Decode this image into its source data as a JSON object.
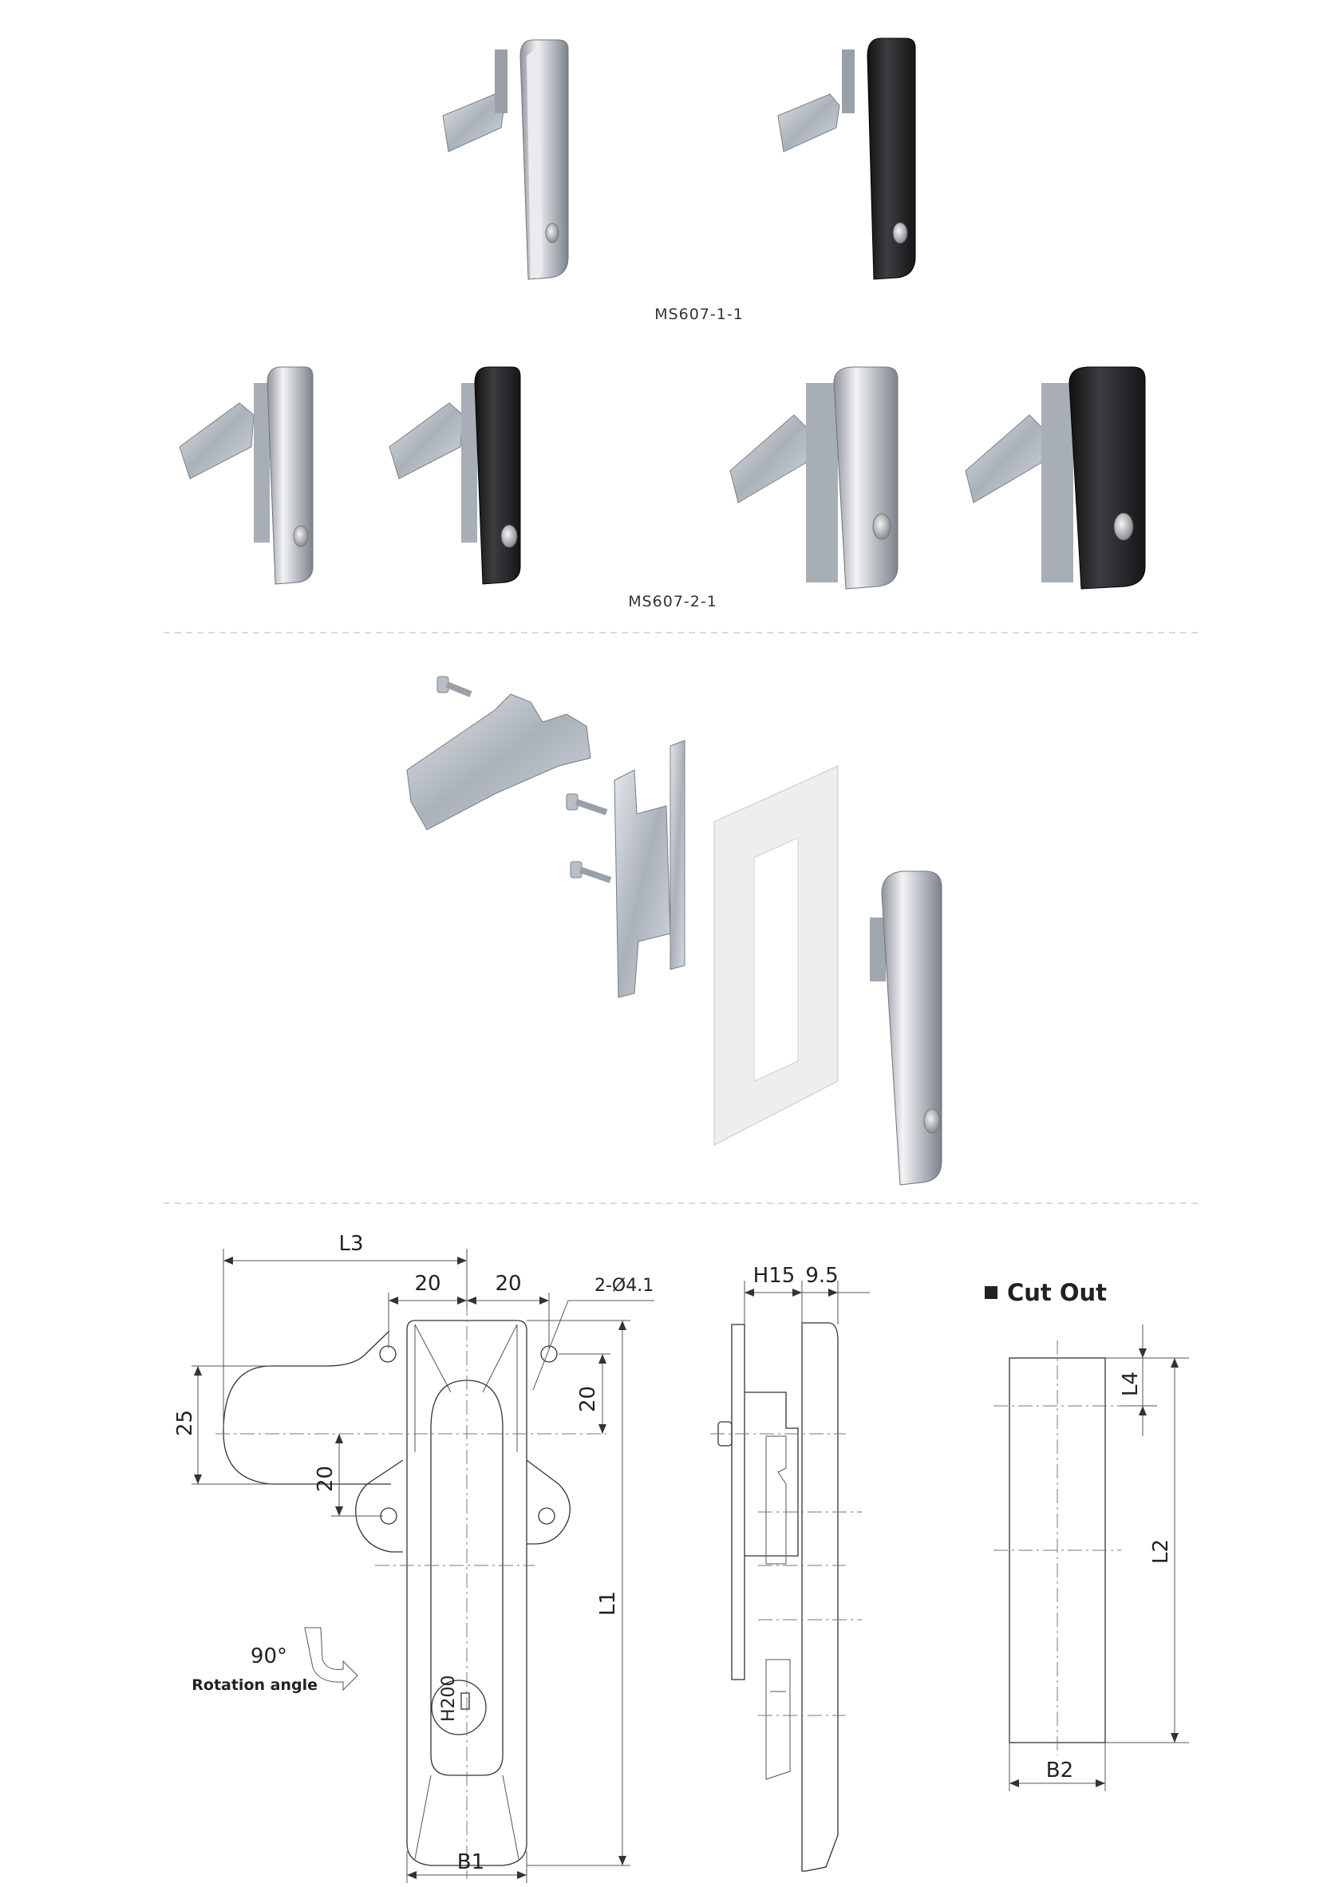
{
  "products": {
    "model_1": "MS607-1-1",
    "model_2": "MS607-2-1"
  },
  "drawing": {
    "front": {
      "L3": "L3",
      "d20a": "20",
      "d20b": "20",
      "holes": "2-Ø4.1",
      "d20c": "20",
      "d25": "25",
      "d20d": "20",
      "L1": "L1",
      "B1": "B1",
      "key_code": "H200"
    },
    "side": {
      "H": "H15",
      "d95": "9.5"
    },
    "cutout": {
      "title": "Cut Out",
      "L4": "L4",
      "L2": "L2",
      "B2": "B2"
    },
    "rotation": {
      "angle": "90°",
      "label": "Rotation angle"
    }
  },
  "colors": {
    "chrome": "#c9ccd1",
    "black": "#2a2a2c",
    "panel": "#e6e6e6"
  }
}
